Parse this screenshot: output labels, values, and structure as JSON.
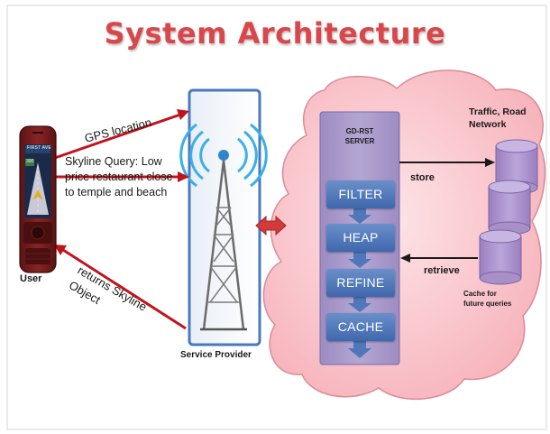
{
  "title": "System Architecture",
  "labels": {
    "gps": "GPS location",
    "query_line1": "Skyline Query: Low",
    "query_line2": "price restaurant close",
    "query_line3": "to temple and beach",
    "returns_line1": "returns Skyline",
    "returns_line2": "Object",
    "user": "User",
    "service_provider": "Service Provider",
    "server_line1": "GD-RST",
    "server_line2": "SERVER",
    "store": "store",
    "retrieve": "retrieve",
    "traffic_line1": "Traffic, Road",
    "traffic_line2": "Network",
    "cache_line1": "Cache for",
    "cache_line2": "future queries"
  },
  "pipeline": [
    "FILTER",
    "HEAP",
    "REFINE",
    "CACHE"
  ],
  "phone_screen": {
    "street": "FIRST AVE",
    "distance": "300"
  },
  "colors": {
    "title": "#d9474a",
    "arrow": "#c0141b",
    "cloud": "#f7b9c0",
    "server": "#a99ac9",
    "step": "#4f77ba",
    "cylinder": "#a88fc8"
  },
  "icons": [
    "smartphone-icon",
    "cell-tower-icon",
    "database-icon"
  ]
}
